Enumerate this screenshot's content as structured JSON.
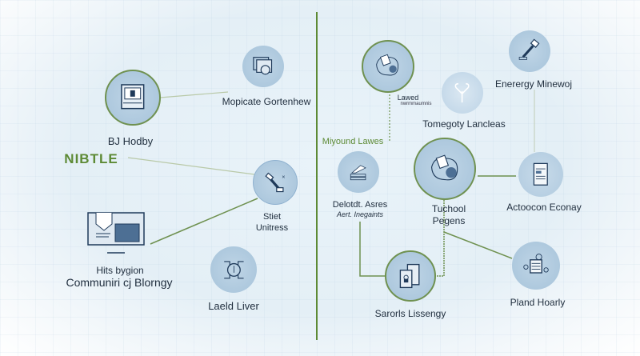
{
  "left": {
    "bj_hodby": "BJ Hodby",
    "mopicate": "Mopicate Gortenhew",
    "nibtle": "NIBTLE",
    "stiet_1": "Stiet",
    "stiet_2": "Unitress",
    "hits_1": "Hits bygion",
    "hits_2": "Communiri cj Blorngy",
    "laeld": "Laeld Liver"
  },
  "right": {
    "lawed_1": "Lawed",
    "lawed_2": "nwrmmaumnis",
    "tomegoty": "Tomegoty Lancleas",
    "energy": "Enerergy Minewoj",
    "miyound": "Miyound Lawes",
    "delotdt_1": "Delotdt. Asres",
    "delotdt_2": "Aert. Inegaints",
    "tuchool_1": "Tuchool",
    "tuchool_2": "Pegens",
    "actoocon": "Actoocon Econay",
    "sarorls": "Sarorls Lissengy",
    "pland": "Pland Hoarly"
  },
  "colors": {
    "accent": "#5d8a35",
    "node": "#a6c3da",
    "ink": "#1f3a5a"
  }
}
